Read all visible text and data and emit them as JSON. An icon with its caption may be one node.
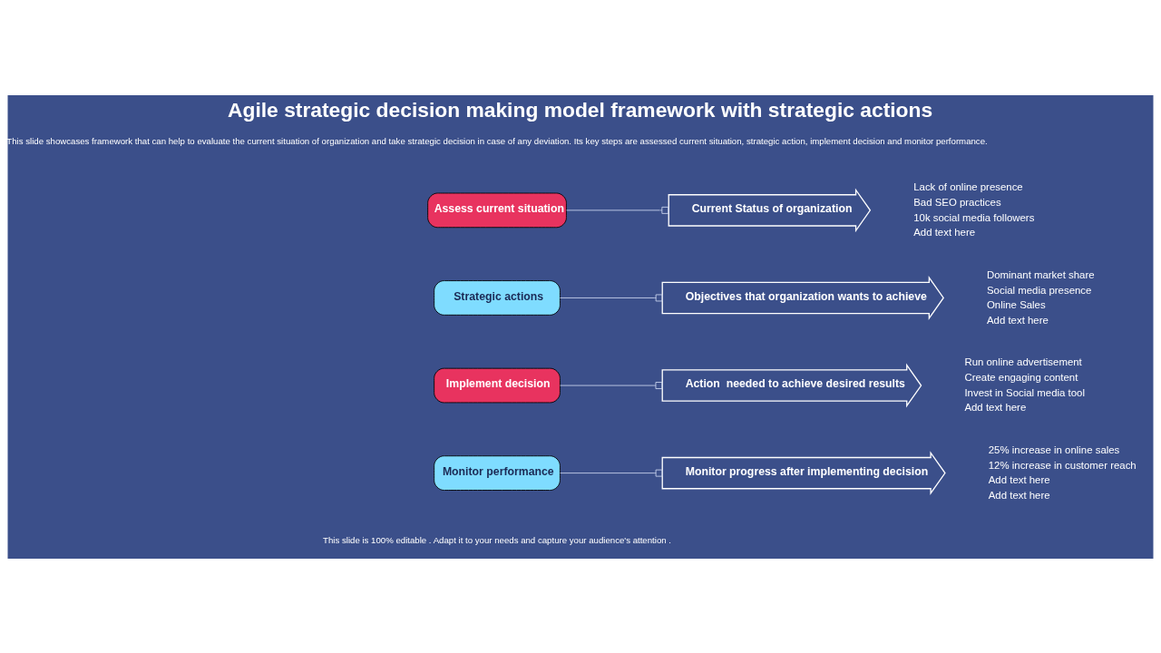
{
  "diagram": {
    "title": "Agile strategic decision making model framework with strategic actions",
    "caption": "This slide is 100% editable . Adapt it to your needs and capture your audience's attention .",
    "nodes": [
      {
        "text": [
          "Assess current situation"
        ]
      },
      {
        "text": [
          "Current Status of organization"
        ],
        "beside": [
          "Lack of online presence",
          "Bad SEO practices",
          "10k social media followers",
          "Add text here"
        ]
      },
      {
        "text": [
          "Strategic actions"
        ]
      },
      {
        "text": [
          "Objectives that organization wants to achieve"
        ],
        "beside": [
          "Dominant market share",
          "Social media presence",
          "Online Sales",
          "Add text here"
        ]
      },
      {
        "text": [
          "Implement decision"
        ]
      },
      {
        "text": [
          "Action  needed to achieve desired results"
        ],
        "beside": [
          "Run online advertisement",
          "Create engaging content",
          "Invest in Social media tool",
          "Add text here"
        ]
      },
      {
        "text": [
          "Monitor performance"
        ]
      },
      {
        "text": [
          "Monitor progress after implementing decision"
        ],
        "beside": [
          "25% increase in online sales",
          "12% increase in customer reach",
          "Add text here",
          "Add text here"
        ]
      }
    ],
    "edges": [
      {
        "from": 0,
        "to": 1,
        "arrow": "other"
      },
      {
        "from": 2,
        "to": 3,
        "arrow": "other"
      },
      {
        "from": 4,
        "to": 5,
        "arrow": "other"
      },
      {
        "from": 6,
        "to": 7,
        "arrow": "other"
      }
    ],
    "labels": [
      "This slide showcases framework that can help to evaluate the current situation of organization and take strategic decision in case of any deviation. Its key steps are assessed current situation, strategic action, implement decision and monitor performance."
    ]
  }
}
